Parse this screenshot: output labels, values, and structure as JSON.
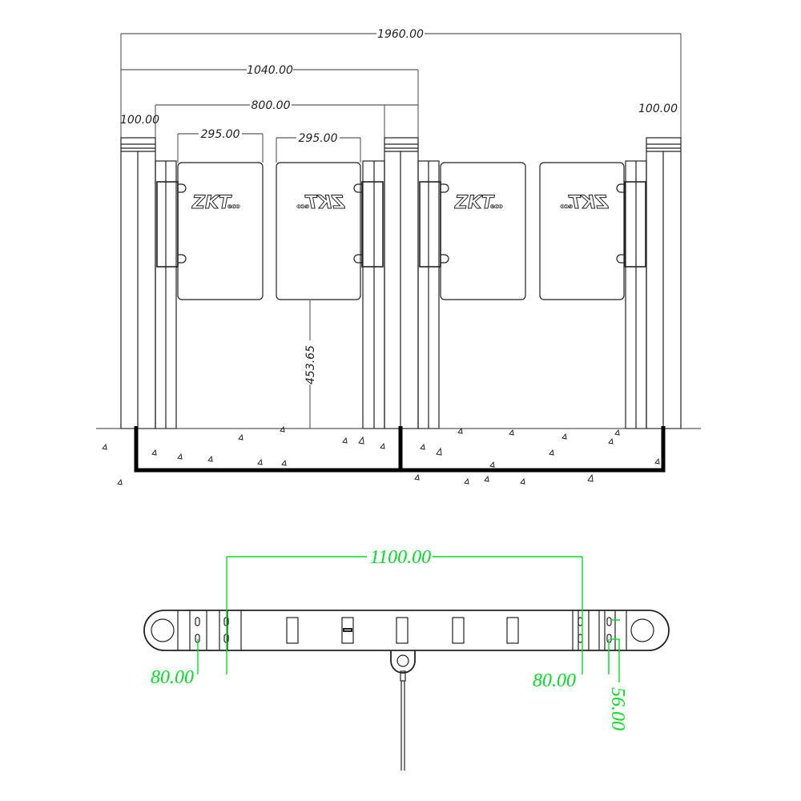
{
  "elevation": {
    "dimensions": {
      "overall_width": "1960.00",
      "span_width": "1040.00",
      "passage_width": "800.00",
      "left_post_width": "100.00",
      "right_post_width": "100.00",
      "left_panel_width": "295.00",
      "right_panel_width": "295.00",
      "panel_height": "453.65"
    },
    "logo_text": "ZKT",
    "logo_suffix": "eco"
  },
  "plan": {
    "dimensions": {
      "hole_spacing": "1100.00",
      "left_offset": "80.00",
      "right_offset": "80.00",
      "slot_spacing": "56.00"
    },
    "dimension_color": "#00e020"
  }
}
